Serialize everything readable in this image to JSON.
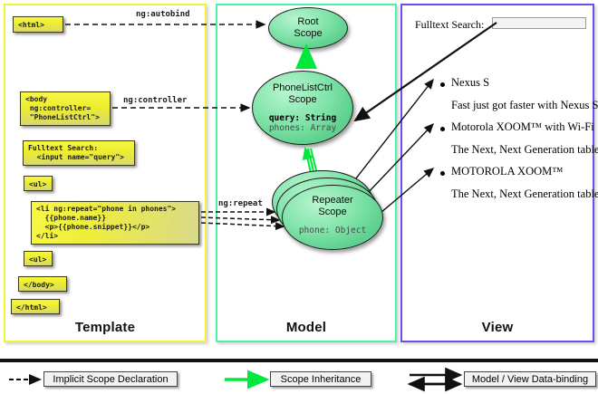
{
  "columns": [
    {
      "id": "template",
      "label": "Template",
      "border_color": "#f2f237"
    },
    {
      "id": "model",
      "label": "Model",
      "border_color": "#4cf2a8"
    },
    {
      "id": "view",
      "label": "View",
      "border_color": "#6a4ff0"
    }
  ],
  "template": {
    "boxes": [
      {
        "name": "html-open-tag",
        "text": "<html>"
      },
      {
        "name": "body-open-tag",
        "text": "<body\n ng:controller=\n \"PhoneListCtrl\">"
      },
      {
        "name": "search-markup",
        "text": "Fulltext Search:\n  <input name=\"query\">"
      },
      {
        "name": "ul-open-tag",
        "text": "<ul>"
      },
      {
        "name": "li-repeat-markup",
        "text": "<li ng:repeat=\"phone in phones\">\n  {{phone.name}}\n  <p>{{phone.snippet}}</p>\n</li>"
      },
      {
        "name": "ul-close-tag",
        "text": "<ul>"
      },
      {
        "name": "body-close-tag",
        "text": "</body>"
      },
      {
        "name": "html-close-tag",
        "text": "</html>"
      }
    ]
  },
  "model": {
    "scopes": [
      {
        "name": "root-scope",
        "title": "Root\nScope",
        "props": []
      },
      {
        "name": "phonelistctrl-scope",
        "title": "PhoneListCtrl\nScope",
        "props": [
          {
            "text": "query: String",
            "style": "bold"
          },
          {
            "text": "phones: Array",
            "style": "dim"
          }
        ]
      },
      {
        "name": "repeater-scope",
        "title": "Repeater\nScope",
        "props": [
          {
            "text": "phone: Object",
            "style": "dim"
          }
        ]
      }
    ]
  },
  "view": {
    "search_label": "Fulltext Search:",
    "search_value": "",
    "search_placeholder": "",
    "phones": [
      {
        "name": "Nexus S",
        "snippet": "Fast just got faster with Nexus S."
      },
      {
        "name": "Motorola XOOM™  with Wi-Fi",
        "snippet": "The Next, Next Generation tablet."
      },
      {
        "name": "MOTOROLA XOOM™",
        "snippet": "The Next, Next Generation tablet."
      }
    ]
  },
  "edges": [
    {
      "name": "ng-autobind-label",
      "label": "ng:autobind"
    },
    {
      "name": "ng-controller-label",
      "label": "ng:controller"
    },
    {
      "name": "ng-repeat-label",
      "label": "ng:repeat"
    }
  ],
  "legend": [
    {
      "name": "legend-implicit-scope-declaration",
      "label": "Implicit Scope Declaration",
      "arrow": "dashed-black"
    },
    {
      "name": "legend-scope-inheritance",
      "label": "Scope Inheritance",
      "arrow": "solid-green"
    },
    {
      "name": "legend-model-view-data-binding",
      "label": "Model / View Data-binding",
      "arrow": "double-black"
    }
  ],
  "colors": {
    "template_border": "#f2f237",
    "model_border": "#4cf2a8",
    "view_border": "#6a4ff0",
    "code_box_fill": "#eded2e",
    "scope_fill": "#7fe3a8",
    "inheritance_arrow": "#00e83c"
  }
}
